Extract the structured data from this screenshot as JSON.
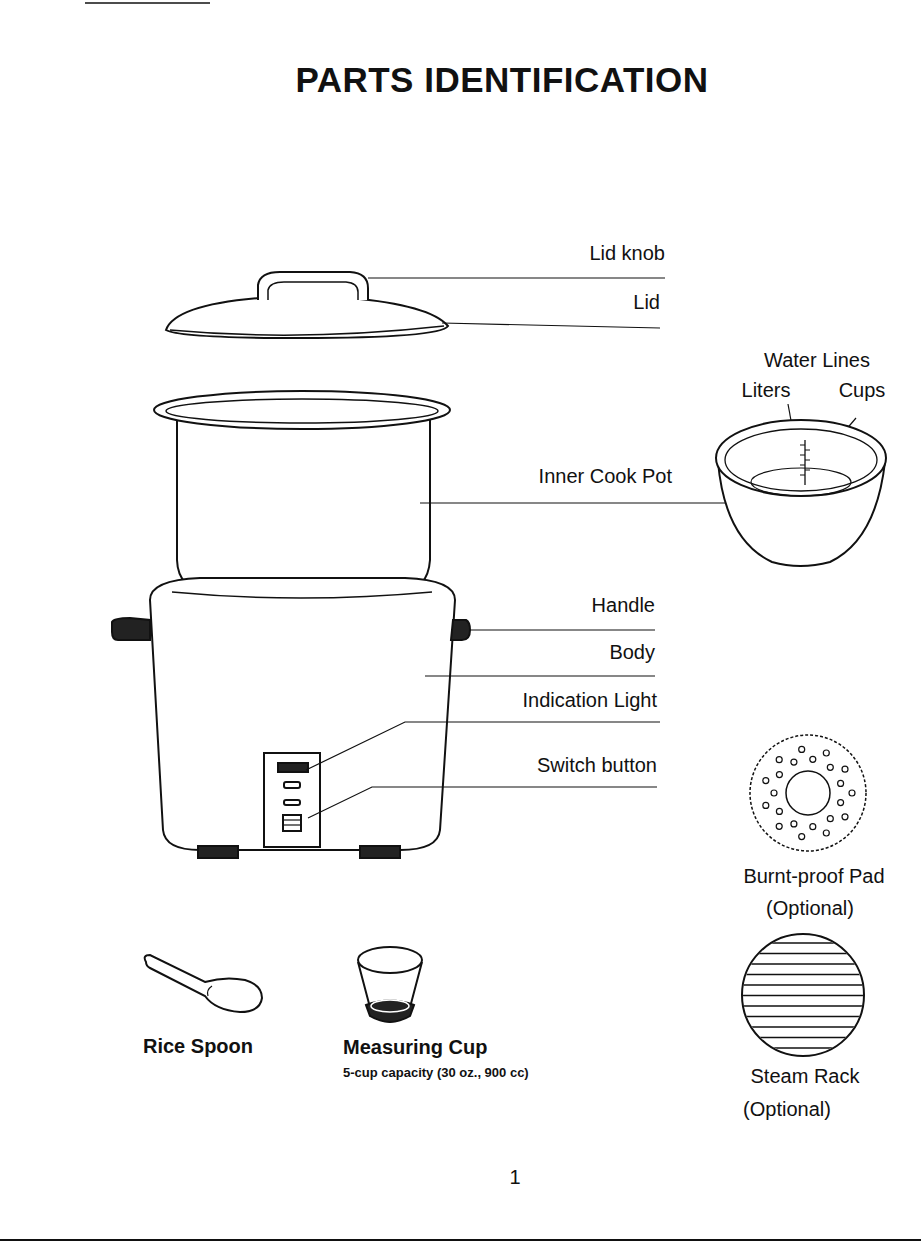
{
  "diagram": {
    "title": "PARTS IDENTIFICATION",
    "labels": [
      "Lid knob",
      "Lid",
      "Water Lines",
      "Liters",
      "Cups",
      "Inner Cook Pot",
      "Handle",
      "Body",
      "Indication Light",
      "Switch button",
      "Burnt-proof Pad",
      "(Optional)",
      "Rice Spoon",
      "Measuring Cup",
      "5-cup capacity (30 oz., 900 cc)",
      "Steam Rack",
      "(Optional)",
      "1"
    ]
  }
}
